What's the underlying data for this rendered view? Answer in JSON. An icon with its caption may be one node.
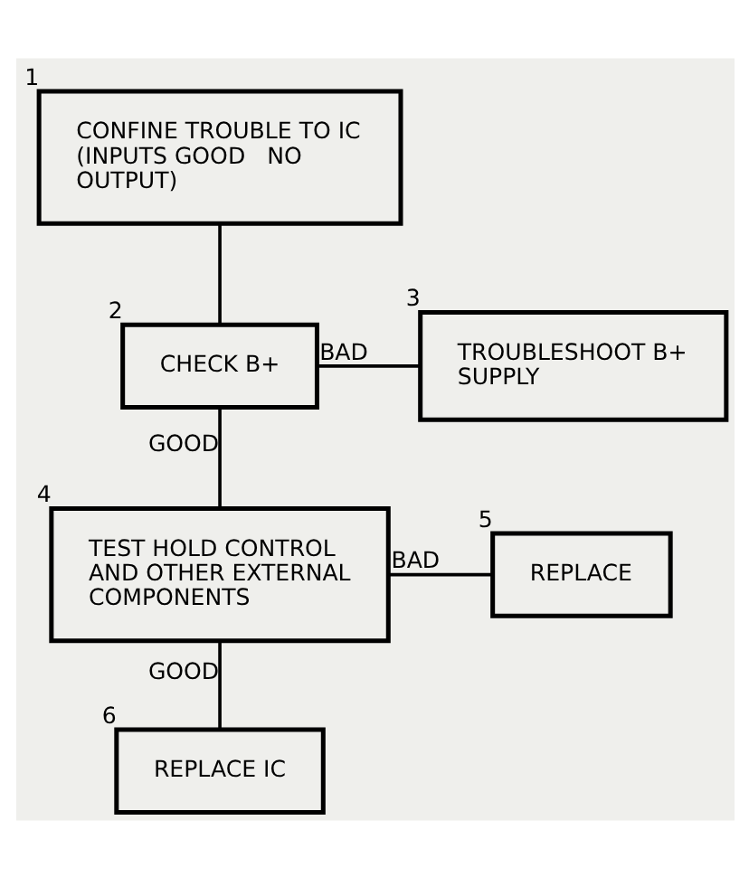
{
  "diagram": {
    "nodes": [
      {
        "text": [
          "CONFINE TROUBLE TO IC (INPUTS GOOD   NO OUTPUT)"
        ],
        "beside": [
          "1"
        ]
      },
      {
        "text": [
          "CHECK B+"
        ],
        "beside": [
          "2"
        ]
      },
      {
        "text": [
          "TROUBLESHOOT B+ SUPPLY"
        ],
        "beside": [
          "3"
        ]
      },
      {
        "text": [
          "TEST HOLD CONTROL AND OTHER EXTERNAL COMPONENTS"
        ],
        "beside": [
          "4"
        ]
      },
      {
        "text": [
          "REPLACE"
        ],
        "beside": [
          "5"
        ]
      },
      {
        "text": [
          "REPLACE IC"
        ],
        "beside": [
          "6"
        ]
      }
    ],
    "edges": [
      {
        "from": 0,
        "to": 1,
        "arrow": "none"
      },
      {
        "from": 1,
        "to": 2,
        "arrow": "none",
        "label": "BAD"
      },
      {
        "from": 1,
        "to": 3,
        "arrow": "none",
        "label": "GOOD"
      },
      {
        "from": 3,
        "to": 4,
        "arrow": "none",
        "label": "BAD"
      },
      {
        "from": 3,
        "to": 5,
        "arrow": "none",
        "label": "GOOD"
      }
    ]
  }
}
